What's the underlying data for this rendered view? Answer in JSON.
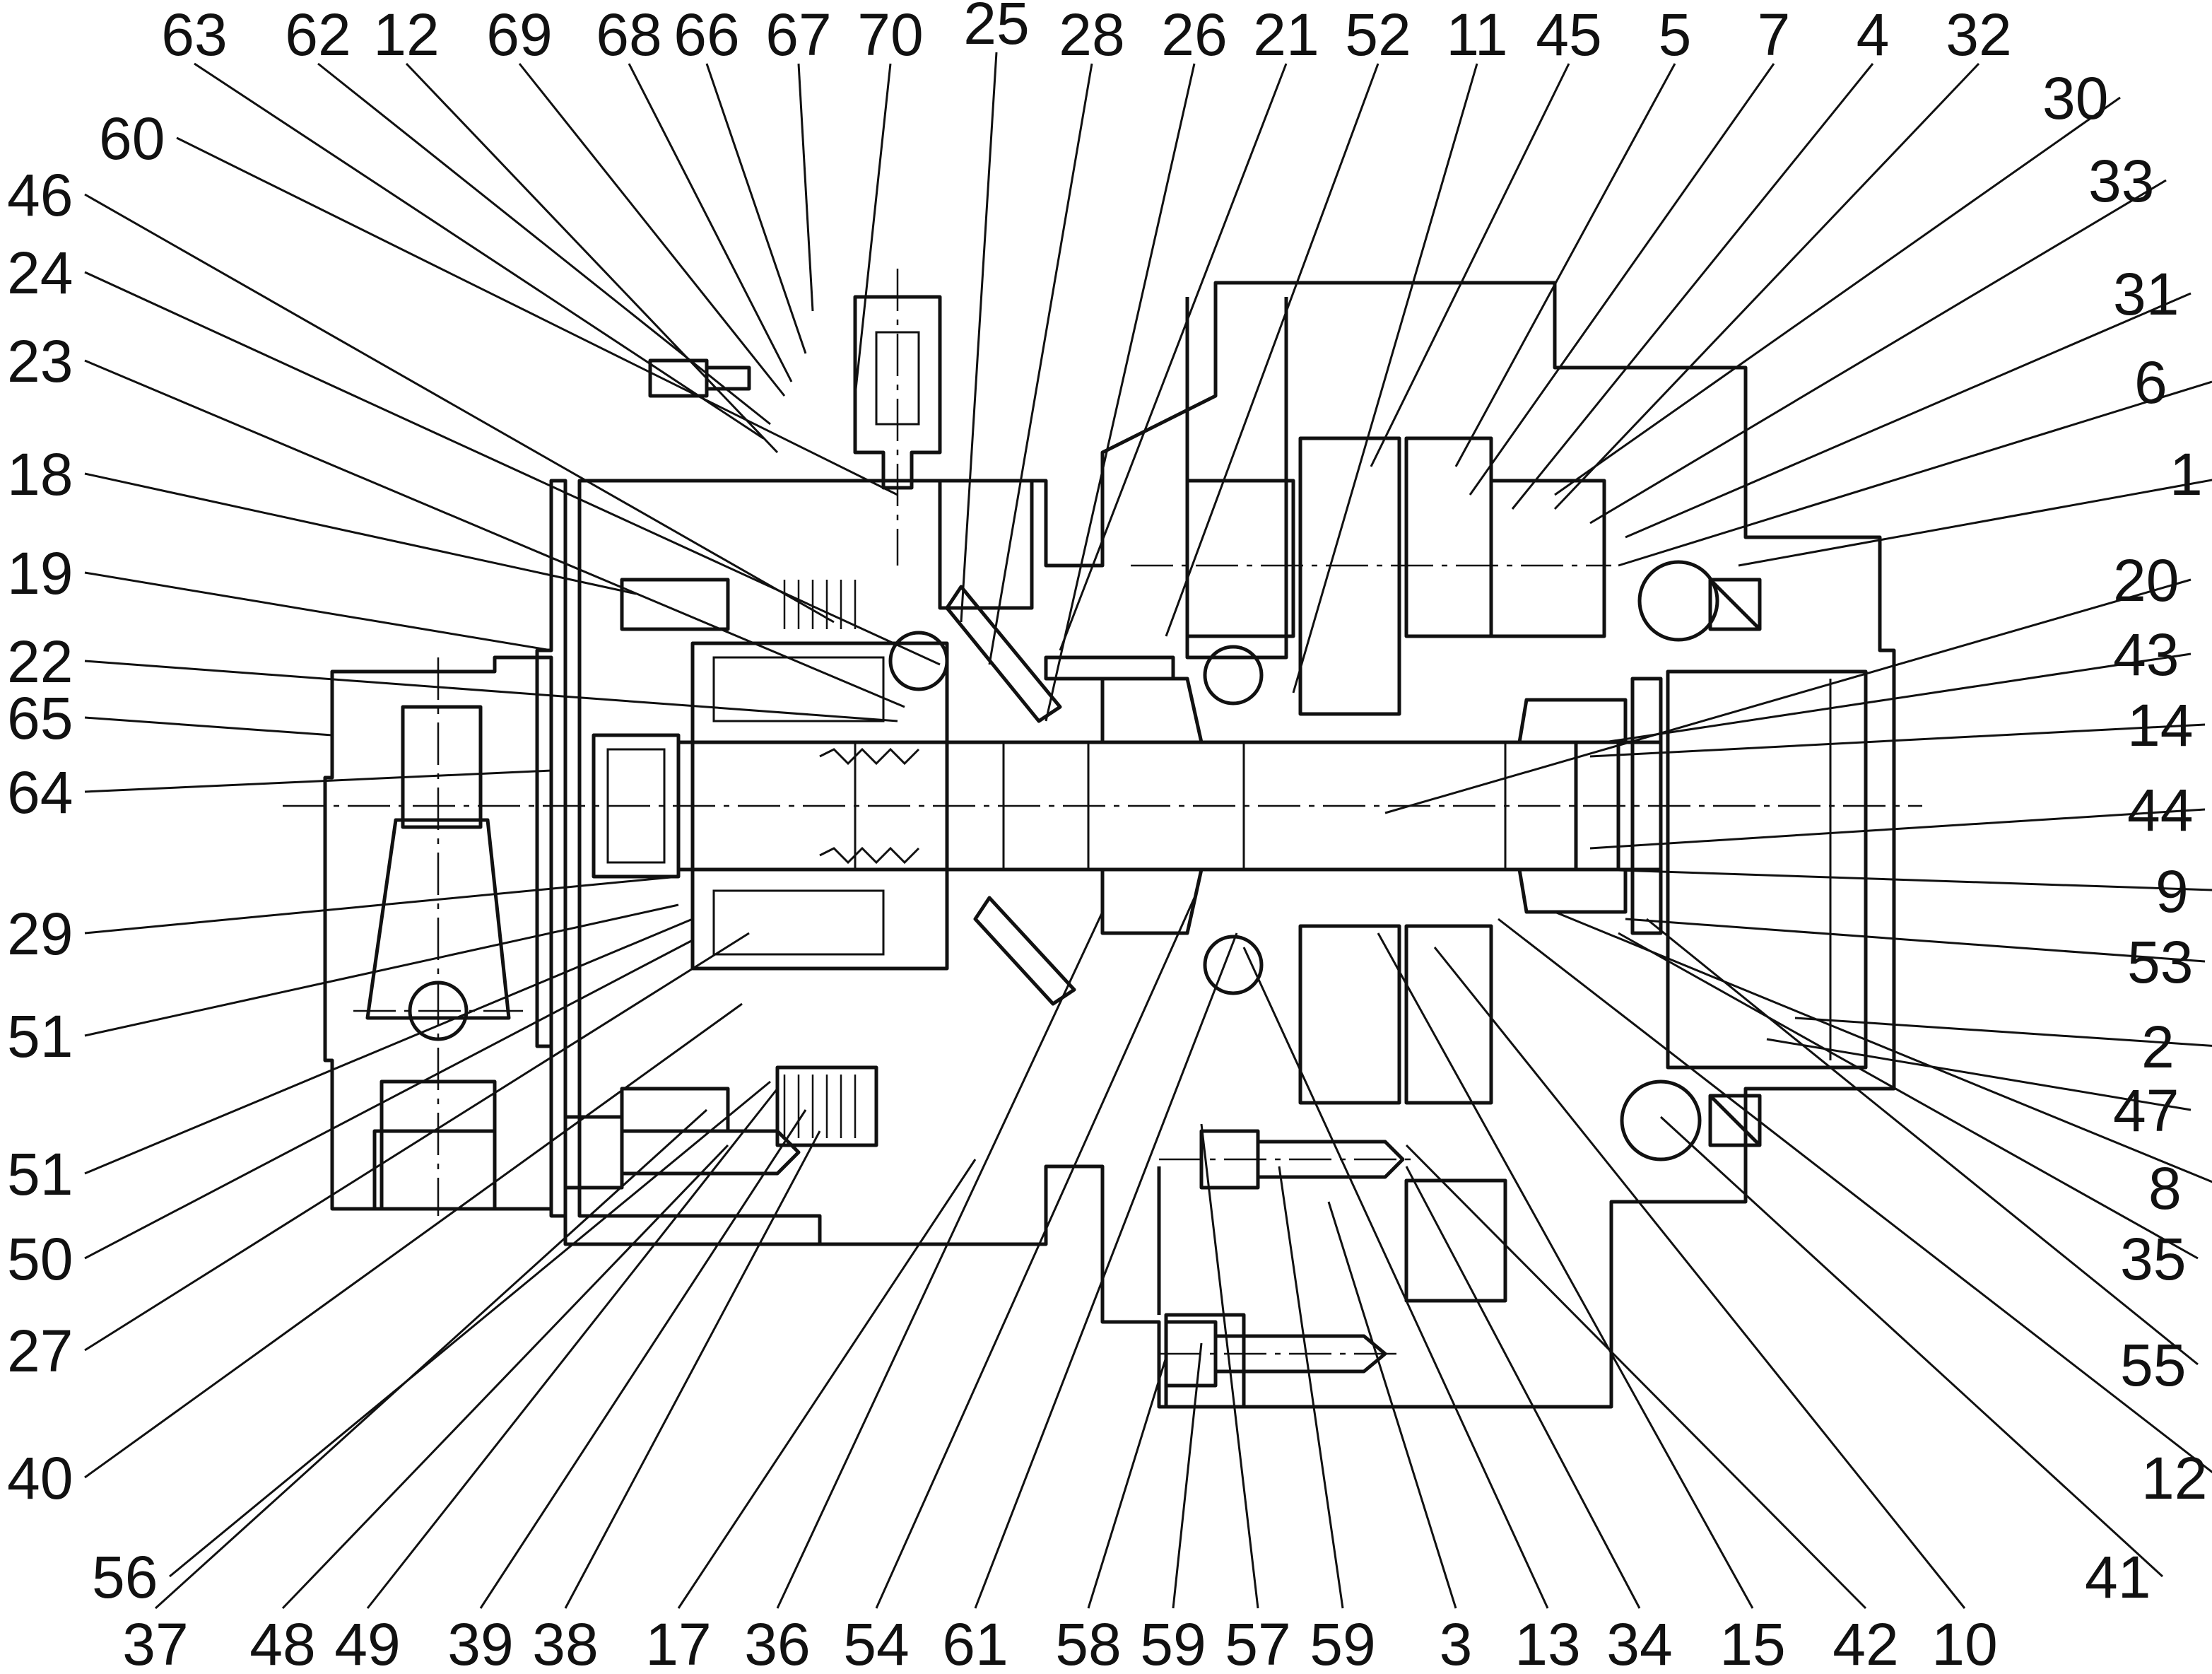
{
  "diagram": {
    "labels_top": [
      "63",
      "62",
      "12",
      "69",
      "68",
      "66",
      "67",
      "70",
      "25",
      "28",
      "26",
      "21",
      "52",
      "11",
      "45",
      "5",
      "7",
      "4",
      "32"
    ],
    "labels_left": [
      "60",
      "46",
      "24",
      "23",
      "18",
      "19",
      "22",
      "65",
      "64",
      "29",
      "51",
      "51",
      "50",
      "27",
      "40",
      "56"
    ],
    "labels_right": [
      "30",
      "33",
      "31",
      "6",
      "1",
      "20",
      "43",
      "14",
      "44",
      "9",
      "53",
      "2",
      "47",
      "8",
      "35",
      "55",
      "12",
      "41"
    ],
    "labels_bottom": [
      "37",
      "48",
      "49",
      "39",
      "38",
      "17",
      "36",
      "54",
      "61",
      "58",
      "59",
      "57",
      "59",
      "3",
      "13",
      "34",
      "15",
      "42",
      "10"
    ]
  }
}
